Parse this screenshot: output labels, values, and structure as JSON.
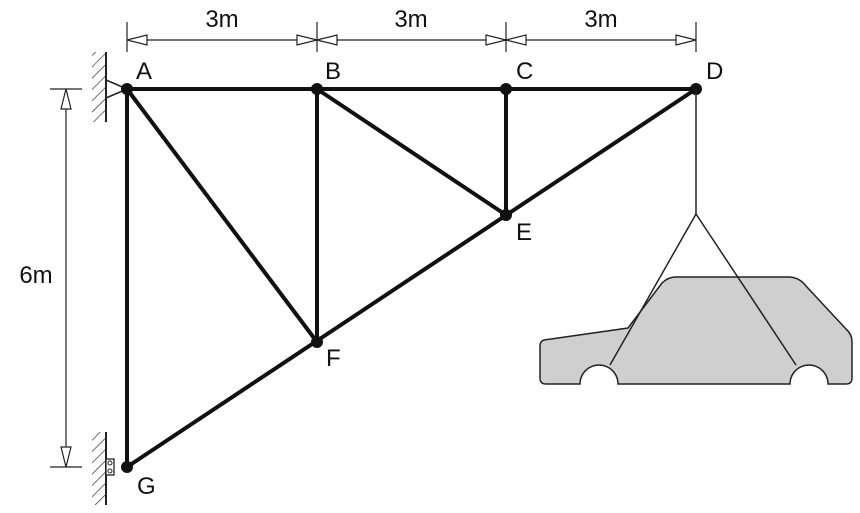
{
  "dimensions": {
    "top": [
      "3m",
      "3m",
      "3m"
    ],
    "left": "6m"
  },
  "nodes": {
    "A": "A",
    "B": "B",
    "C": "C",
    "D": "D",
    "E": "E",
    "F": "F",
    "G": "G"
  },
  "colors": {
    "member": "#111111",
    "car_fill": "#cfcfcf",
    "car_stroke": "#222222",
    "background": "#ffffff"
  }
}
